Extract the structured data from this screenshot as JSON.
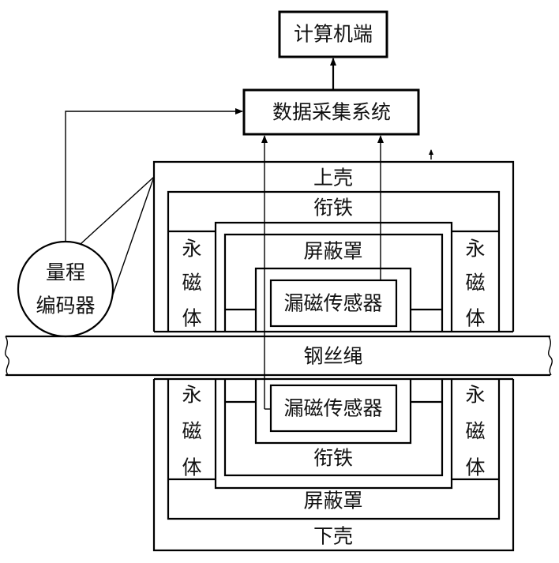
{
  "boxes": {
    "computer": "计算机端",
    "daq": "数据采集系统",
    "encoder_line1": "量程",
    "encoder_line2": "编码器"
  },
  "upper": {
    "shell": "上壳",
    "armature": "衔铁",
    "shield": "屏蔽罩",
    "sensor": "漏磁传感器",
    "magnet_chars": [
      "永",
      "磁",
      "体"
    ]
  },
  "rope": "钢丝绳",
  "lower": {
    "shell": "下壳",
    "armature": "衔铁",
    "shield": "屏蔽罩",
    "sensor": "漏磁传感器",
    "magnet_chars": [
      "永",
      "磁",
      "体"
    ]
  }
}
